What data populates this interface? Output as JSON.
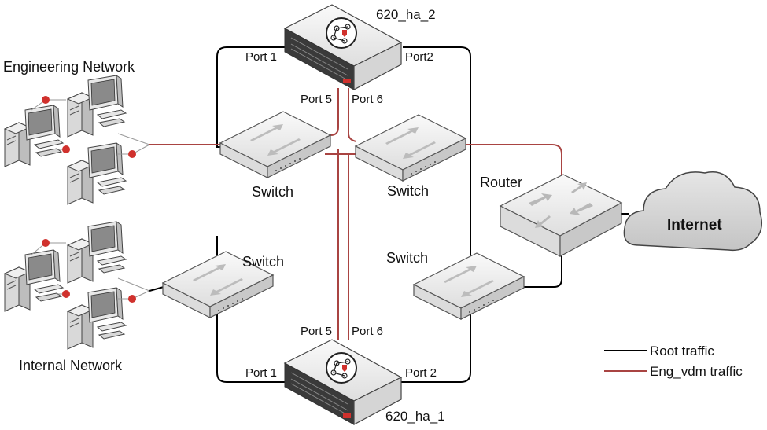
{
  "diagram": {
    "firewalls": [
      {
        "id": "fw2",
        "name": "620_ha_2",
        "port_left": "Port 1",
        "port_right": "Port2",
        "port_a": "Port 5",
        "port_b": "Port 6"
      },
      {
        "id": "fw1",
        "name": "620_ha_1",
        "port_left": "Port 1",
        "port_right": "Port 2",
        "port_a": "Port 5",
        "port_b": "Port 6"
      }
    ],
    "switches": [
      {
        "id": "sw-eng",
        "label": "Switch"
      },
      {
        "id": "sw-int",
        "label": "Switch"
      },
      {
        "id": "sw-center",
        "label": "Switch"
      },
      {
        "id": "sw-right",
        "label": "Switch"
      }
    ],
    "router": {
      "label": "Router"
    },
    "internet": {
      "label": "Internet"
    },
    "networks": {
      "engineering": "Engineering Network",
      "internal": "Internal Network"
    },
    "legend": [
      {
        "label": "Root traffic",
        "color": "#000000"
      },
      {
        "label": "Eng_vdm traffic",
        "color": "#a94442"
      }
    ],
    "colors": {
      "root": "#000000",
      "eng": "#a94442",
      "node_dot": "#d0312d",
      "device_body": "#f0f0f0",
      "device_edge": "#555555"
    }
  }
}
